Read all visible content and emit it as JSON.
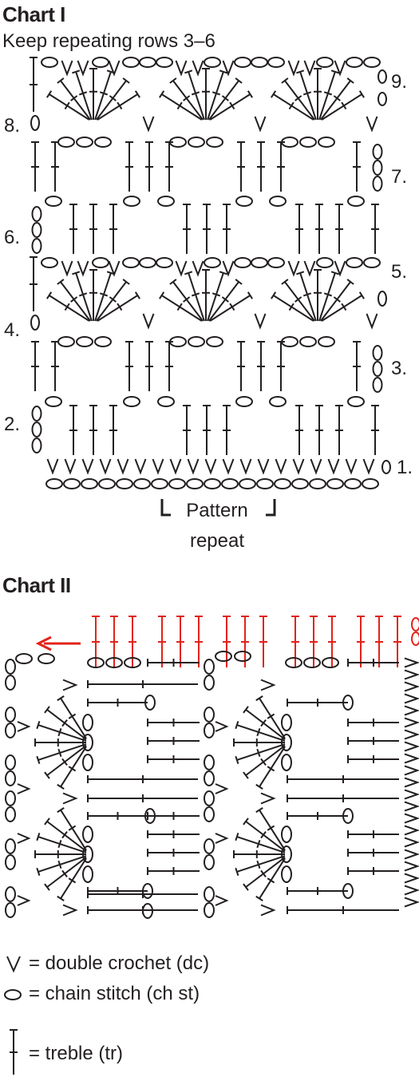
{
  "chart1": {
    "title": "Chart I",
    "subtitle": "Keep repeating rows 3–6",
    "row_labels": [
      "1.",
      "2.",
      "3.",
      "4.",
      "5.",
      "6.",
      "7.",
      "8.",
      "9."
    ],
    "pattern_repeat": [
      "Pattern",
      "repeat"
    ]
  },
  "chart2": {
    "title": "Chart II"
  },
  "colors": {
    "ink": "#231f20",
    "accent": "#e2231a"
  },
  "legend": {
    "dc": "= double crochet (dc)",
    "ch": "= chain stitch (ch st)",
    "tr": "= treble (tr)"
  }
}
